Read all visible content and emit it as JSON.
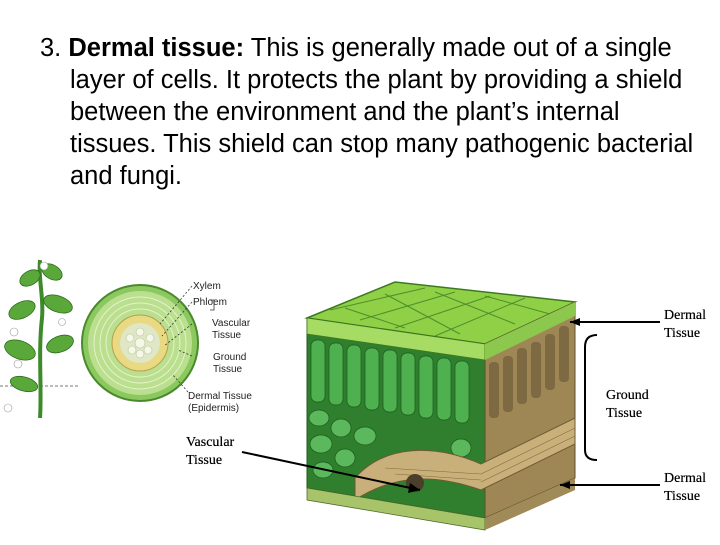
{
  "slide": {
    "number": "3.",
    "heading": "Dermal tissue:",
    "body": " This is generally made out of a single layer of cells.  It protects the plant by providing a shield between the environment and the plant’s internal tissues.  This shield can stop many pathogenic bacterial and fungi."
  },
  "stem_diagram": {
    "labels": [
      "Xylem",
      "Phloem",
      "Vascular",
      "Tissue",
      "Ground",
      "Tissue",
      "Dermal Tissue",
      "(Epidermis)"
    ]
  },
  "block_diagram": {
    "labels": [
      "Dermal",
      "Tissue",
      "Ground",
      "Tissue",
      "Vascular",
      "Tissue",
      "Dermal",
      "Tissue"
    ]
  },
  "colors": {
    "leaf_green": "#6fb43a",
    "cell_green": "#3f9a3f",
    "vascular_tan": "#b9a173"
  }
}
